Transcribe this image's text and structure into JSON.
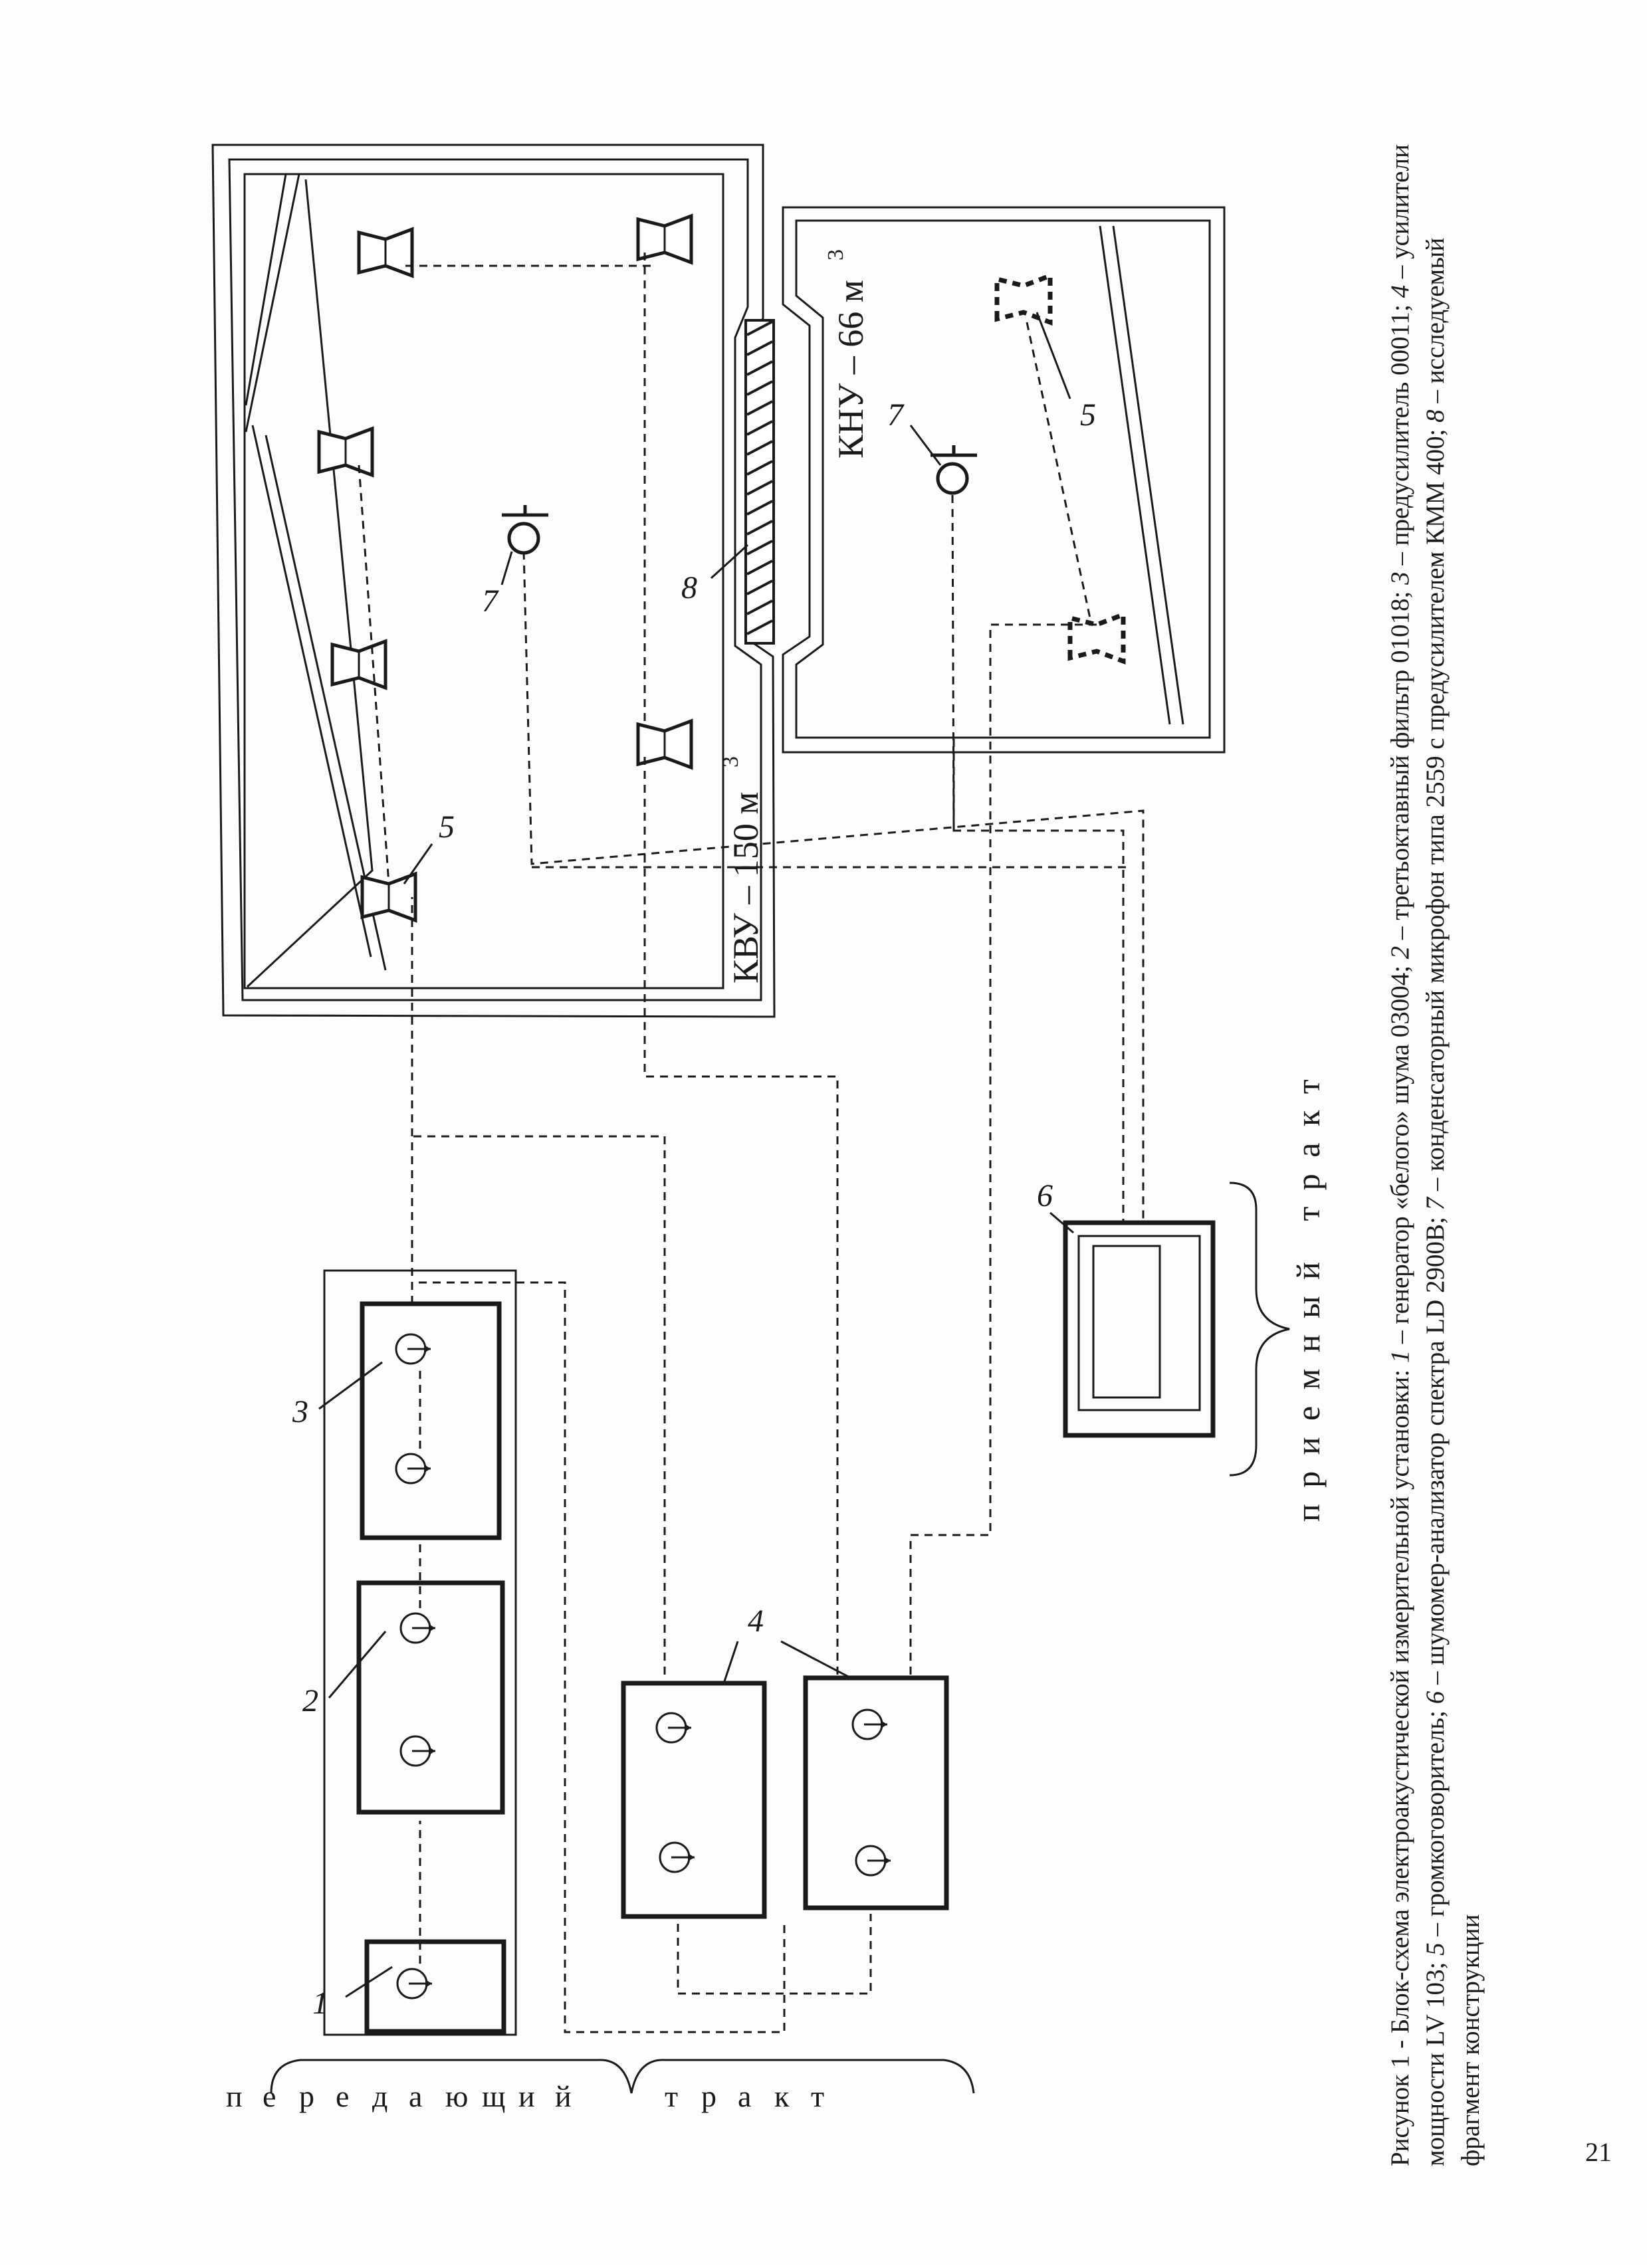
{
  "diagram": {
    "room_large_label": "КВУ – 150 м",
    "room_large_sup": "3",
    "room_small_label": "КНУ – 66 м",
    "room_small_sup": "3",
    "transmit_path_label": [
      "п",
      "е",
      "р",
      "е",
      "д",
      "а",
      "ю",
      "щ",
      "и",
      "й",
      "",
      "т",
      "р",
      "а",
      "к",
      "т"
    ],
    "receive_path_label": "п р и е м н ы й   т р а к т",
    "callouts": {
      "n1": "1",
      "n2": "2",
      "n3": "3",
      "n4": "4",
      "n5a": "5",
      "n5b": "5",
      "n6": "6",
      "n7a": "7",
      "n7b": "7",
      "n8": "8"
    }
  },
  "caption": {
    "lead": "Рисунок 1 - Блок-схема электроакустической измерительной установки: ",
    "parts": [
      {
        "num": "1",
        "text": " – генератор «белого» шума 03004; "
      },
      {
        "num": "2",
        "text": " – третьоктавный фильтр 01018; "
      },
      {
        "num": "3",
        "text": " – предусилитель 00011; "
      },
      {
        "num": "4",
        "text": " – усилители мощности LV 103; "
      },
      {
        "num": "5",
        "text": " – громкоговоритель; "
      },
      {
        "num": "6",
        "text": " – шумомер-анализатор спектра LD 2900B; "
      },
      {
        "num": "7",
        "text": " – конденсаторный микрофон типа 2559 с предусилителем  КММ 400; "
      },
      {
        "num": "8",
        "text": " – исследуемый фрагмент конструкции"
      }
    ]
  },
  "page_number": "21"
}
